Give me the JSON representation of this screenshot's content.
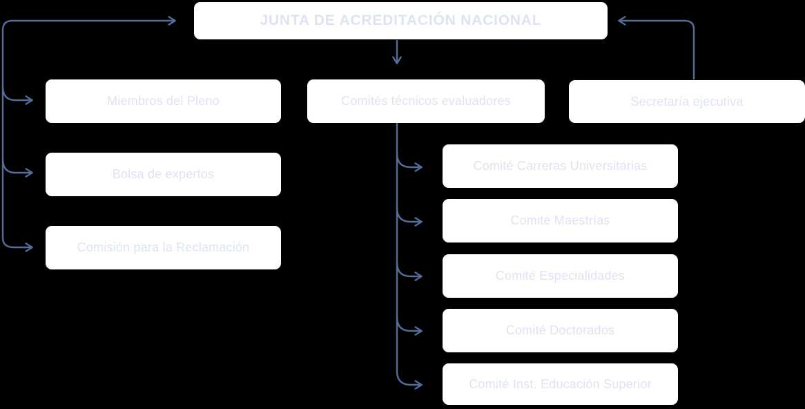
{
  "diagram": {
    "type": "org-chart",
    "root": "JUNTA DE ACREDITACIÓN NACIONAL",
    "left_nodes": [
      "Miembros del Pleno",
      "Bolsa de expertos",
      "Comisión para la Reclamación"
    ],
    "center_node": "Comités técnicos evaluadores",
    "right_node": "Secretaría ejecutiva",
    "committee_nodes": [
      "Comité Carreras Universitarias",
      "Comité Maestrías",
      "Comité Especialidades",
      "Comité Doctorados",
      "Comité Inst. Educación Superior"
    ],
    "colors": {
      "background": "#000000",
      "node_background": "#ffffff",
      "node_text": "#dde4f1",
      "root_text": "#dce3f2",
      "connector": "#546e99"
    }
  }
}
